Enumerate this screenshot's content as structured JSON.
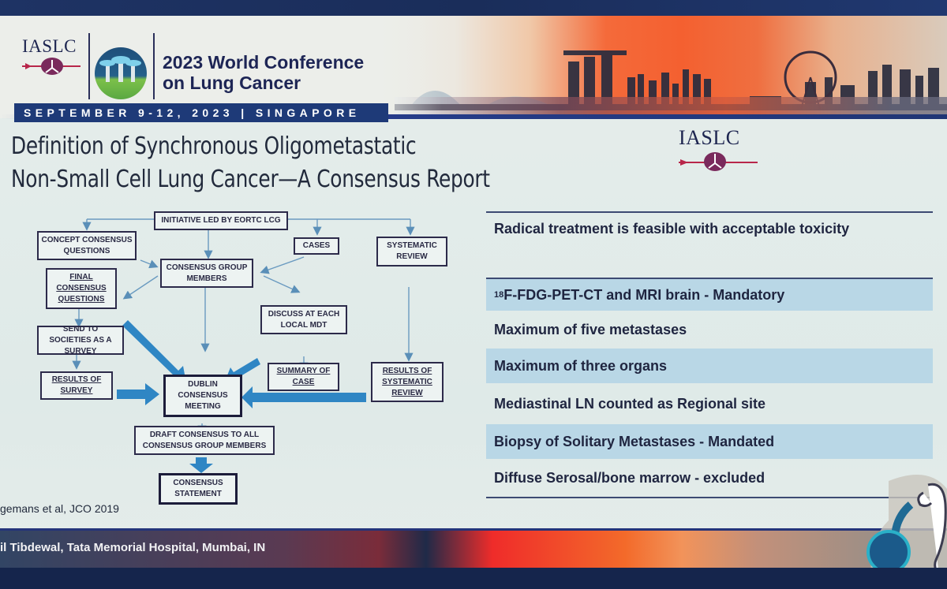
{
  "conference": {
    "org_logo_text": "IASLC",
    "title_line1": "2023 World Conference",
    "title_line2": "on Lung Cancer",
    "date_location": "SEPTEMBER 9-12, 2023 | SINGAPORE"
  },
  "slide": {
    "title_line1": "Definition of Synchronous Oligometastatic",
    "title_line2": "Non-Small Cell Lung Cancer—A Consensus Report",
    "logo_text": "IASLC",
    "citation": "gemans et al, JCO 2019"
  },
  "flowchart": {
    "nodes": {
      "initiative": "INITIATIVE LED BY EORTC LCG",
      "concept": "CONCEPT CONSENSUS QUESTIONS",
      "cases": "CASES",
      "systematic_review": "SYSTEMATIC REVIEW",
      "consensus_group": "CONSENSUS GROUP MEMBERS",
      "final_questions": "FINAL CONSENSUS QUESTIONS",
      "discuss_mdt": "DISCUSS AT EACH LOCAL MDT",
      "send_societies": "SEND TO SOCIETIES AS A SURVEY",
      "results_survey": "RESULTS OF SURVEY",
      "dublin": "DUBLIN CONSENSUS MEETING",
      "summary_case": "SUMMARY OF CASE",
      "results_review": "RESULTS OF SYSTEMATIC REVIEW",
      "draft": "DRAFT CONSENSUS TO ALL CONSENSUS GROUP MEMBERS",
      "statement": "CONSENSUS STATEMENT"
    },
    "colors": {
      "arrow": "#2f86c4",
      "thin_arrow": "#5a8fb8",
      "box_border": "#2c2a4a"
    }
  },
  "criteria": {
    "items": [
      {
        "text": "Radical treatment is feasible with acceptable toxicity",
        "highlight": false
      },
      {
        "sup": "18",
        "text": "F-FDG-PET-CT and MRI brain - Mandatory",
        "highlight": true
      },
      {
        "text": "Maximum of five metastases",
        "highlight": false
      },
      {
        "text": "Maximum of three organs",
        "highlight": true
      },
      {
        "text": "Mediastinal LN counted as Regional site",
        "highlight": false
      },
      {
        "text": "Biopsy of Solitary Metastases - Mandated",
        "highlight": true
      },
      {
        "text": "Diffuse Serosal/bone marrow - excluded",
        "highlight": false
      }
    ],
    "highlight_color": "#b9d7e6"
  },
  "footer": {
    "presenter": "il Tibdewal, Tata Memorial Hospital, Mumbai, IN"
  }
}
